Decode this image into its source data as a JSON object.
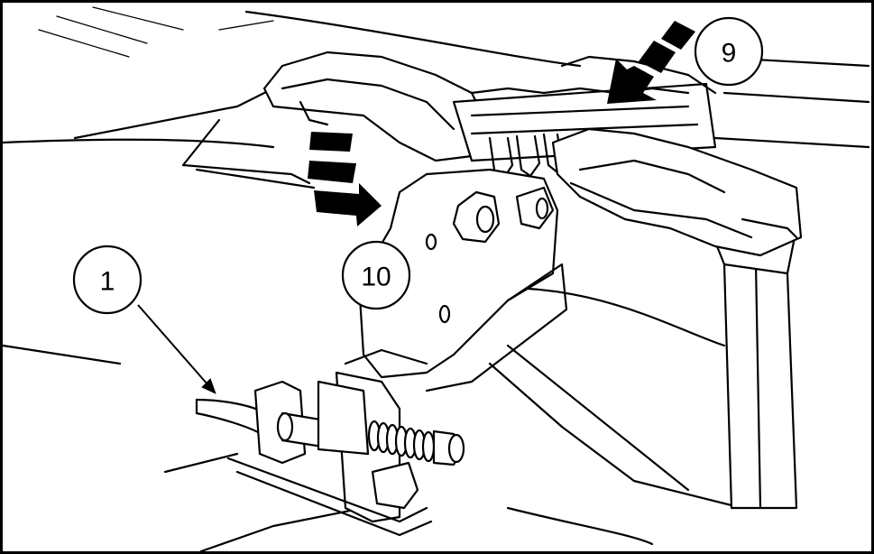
{
  "callouts": [
    {
      "id": "1",
      "label": "1"
    },
    {
      "id": "9",
      "label": "9"
    },
    {
      "id": "10",
      "label": "10"
    }
  ],
  "colors": {
    "line": "#000000",
    "background": "#ffffff"
  }
}
